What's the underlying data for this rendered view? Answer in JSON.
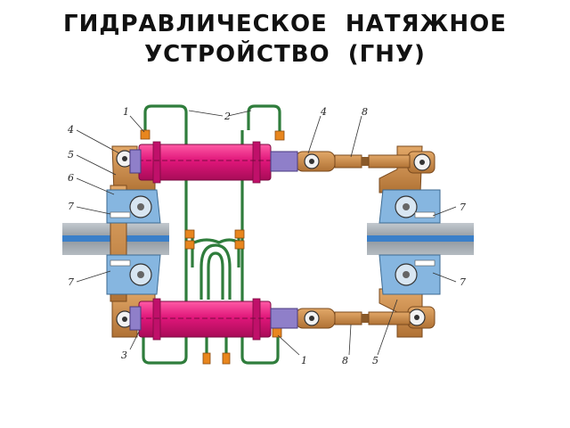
{
  "title": {
    "line1": "ГИДРАВЛИЧЕСКОЕ  НАТЯЖНОЕ",
    "line2": "УСТРОЙСТВО  (ГНУ)"
  },
  "colors": {
    "cylinder": "#e0167a",
    "pipe": "#2f7d3c",
    "arm": "#c98a4a",
    "clamp": "#86b6e0",
    "rail": "#9aa3ab",
    "weld": "#3a7fc9",
    "fitting": "#e8861e"
  },
  "labels": {
    "c1_top": "1",
    "c2_top": "2",
    "c4_top": "4",
    "c8_top": "8",
    "c4_left": "4",
    "c5_left": "5",
    "c6_left": "6",
    "c7_left_a": "7",
    "c7_left_b": "7",
    "c7_right_a": "7",
    "c7_right_b": "7",
    "c3_bottom": "3",
    "c1_bottom": "1",
    "c8_bottom": "8",
    "c5_bottom": "5"
  }
}
